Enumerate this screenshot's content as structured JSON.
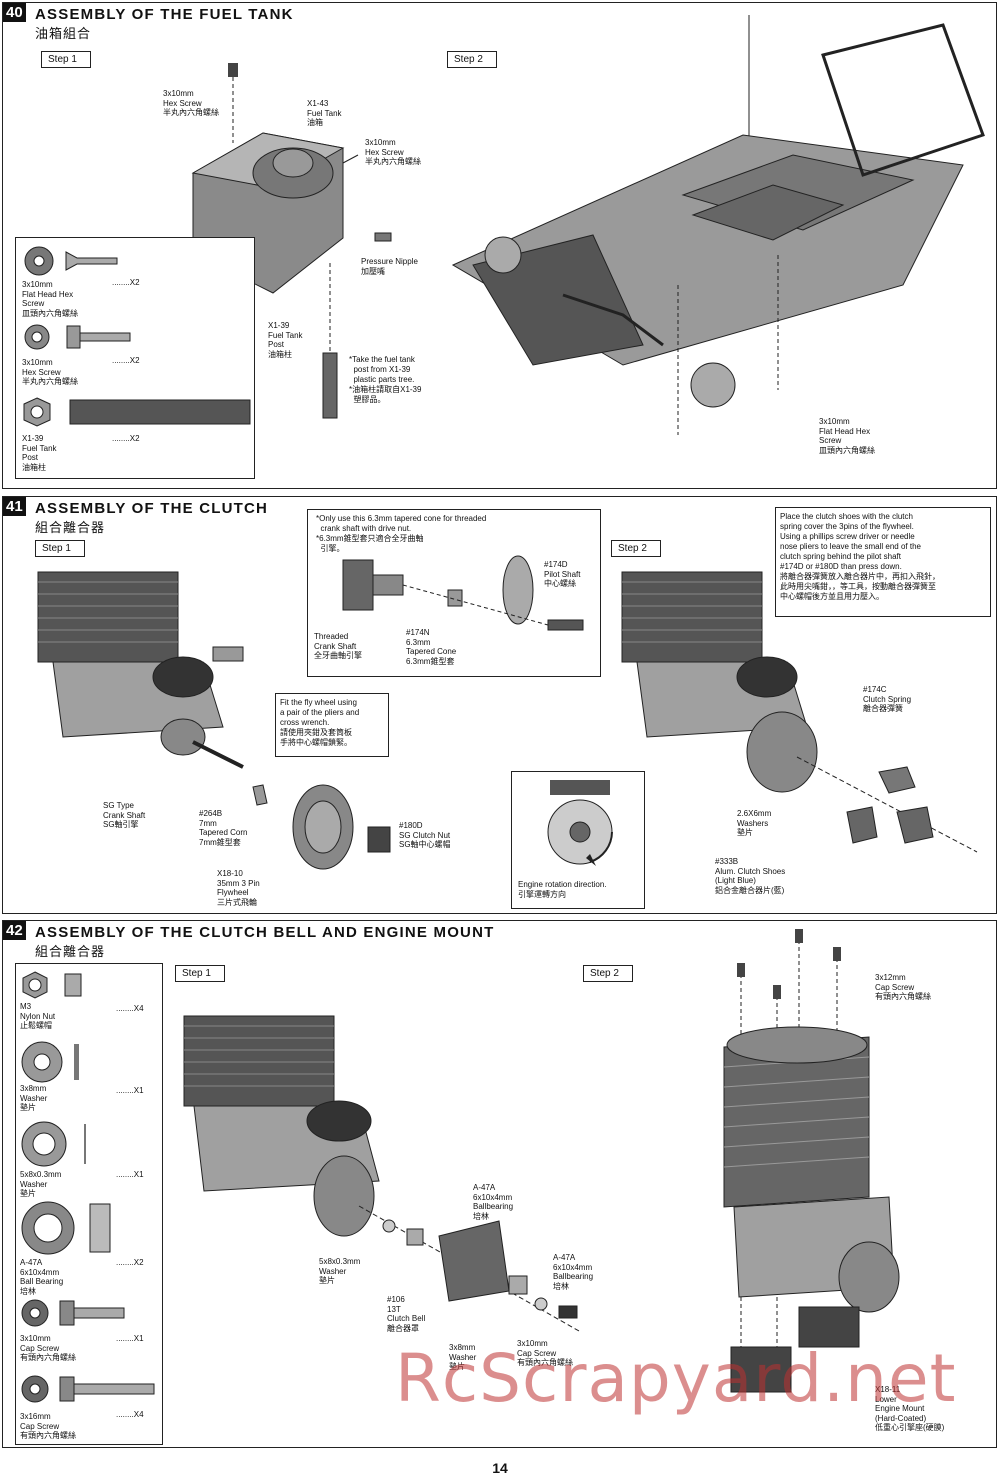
{
  "sections": [
    {
      "number": "40",
      "title": "ASSEMBLY OF THE FUEL TANK",
      "subtitle": "油箱組合",
      "step1": "Step 1",
      "step2": "Step 2",
      "labels": {
        "screw_top": "3x10mm\nHex Screw\n半丸內六角螺絲",
        "fuel_tank": "X1-43\nFuel Tank\n油箱",
        "screw_right": "3x10mm\nHex Screw\n半丸內六角螺絲",
        "nipple": "Pressure Nipple\n加壓嘴",
        "post": "X1-39\nFuel Tank\nPost\n油箱柱",
        "note": "*Take the fuel tank\n  post from X1-39\n  plastic parts tree.\n*油箱柱請取自X1-39\n  塑膠品。",
        "flat_screw": "3x10mm\nFlat Head Hex\nScrew\n皿頭內六角螺絲"
      },
      "legend": [
        {
          "label": "3x10mm\nFlat Head Hex\nScrew\n皿頭內六角螺絲",
          "qty": "........X2"
        },
        {
          "label": "3x10mm\nHex Screw\n半丸內六角螺絲",
          "qty": "........X2"
        },
        {
          "label": "X1-39\nFuel Tank\nPost\n油箱柱",
          "qty": "........X2"
        }
      ]
    },
    {
      "number": "41",
      "title": "ASSEMBLY OF THE CLUTCH",
      "subtitle": "組合離合器",
      "step1": "Step 1",
      "step2": "Step 2",
      "notice": "*Only use this 6.3mm tapered cone for threaded\n  crank shaft with drive nut.\n*6.3mm錐型套只適合全牙曲軸\n  引擎。",
      "step2_note": "Place the clutch shoes with the clutch\nspring cover the 3pins of the flywheel.\nUsing a phillips screw driver or needle\nnose pliers to leave the small end of the\nclutch spring behind the pilot shaft\n#174D or #180D than press down.\n將離合器彈簧放入離合器片中，再扣入飛針，\n此時用尖嘴鉗，，等工具，按動離合器彈簧至\n中心螺帽後方並且用力壓入。",
      "flywheel_note": "Fit the fly wheel using\na pair of the pliers and\ncross wrench.\n請使用夾鉗及套筒板\n手將中心螺帽鎖緊。",
      "rotation": "Engine rotation direction.\n引擎運轉方向",
      "labels": {
        "crank_threaded": "Threaded\nCrank Shaft\n全牙曲軸引擎",
        "cone_174n": "#174N\n6.3mm\nTapered Cone\n6.3mm錐型套",
        "pilot_174d": "#174D\nPilot Shaft\n中心螺絲",
        "sg_crank": "SG Type\nCrank Shaft\nSG軸引擎",
        "cone_264b": "#264B\n7mm\nTapered Corn\n7mm錐型套",
        "flywheel": "X18-10\n35mm 3 Pin\nFlywheel\n三片式飛輪",
        "nut_180d": "#180D\nSG Clutch Nut\nSG軸中心螺帽",
        "spring_174c": "#174C\nClutch Spring\n離合器彈簧",
        "washer": "2.6X6mm\nWashers\n墊片",
        "shoes_333b": "#333B\nAlum. Clutch Shoes\n(Light Blue)\n鋁合金離合器片(藍)"
      }
    },
    {
      "number": "42",
      "title": "ASSEMBLY OF THE CLUTCH BELL AND ENGINE MOUNT",
      "subtitle": "組合離合器",
      "step1": "Step 1",
      "step2": "Step 2",
      "labels": {
        "bearing_a": "A-47A\n6x10x4mm\nBallbearing\n培林",
        "washer_a": "5x8x0.3mm\nWasher\n墊片",
        "bell": "#106\n13T\nClutch Bell\n離合器罩",
        "bearing_b": "A-47A\n6x10x4mm\nBallbearing\n培林",
        "washer_b": "3x8mm\nWasher\n墊片",
        "cap_screw": "3x10mm\nCap Screw\n有頭內六角螺絲",
        "cap12": "3x12mm\nCap Screw\n有頭內六角螺絲",
        "mount": "X18-11\nLower\nEngine Mount\n(Hard-Coated)\n低重心引擎座(硬膜)"
      },
      "legend": [
        {
          "label": "M3\nNylon Nut\n止鬆螺帽",
          "qty": "........X4"
        },
        {
          "label": "3x8mm\nWasher\n墊片",
          "qty": "........X1"
        },
        {
          "label": "5x8x0.3mm\nWasher\n墊片",
          "qty": "........X1"
        },
        {
          "label": "A-47A\n6x10x4mm\nBall Bearing\n培林",
          "qty": "........X2"
        },
        {
          "label": "3x10mm\nCap Screw\n有頭內六角螺絲",
          "qty": "........X1"
        },
        {
          "label": "3x16mm\nCap Screw\n有頭內六角螺絲",
          "qty": "........X4"
        }
      ]
    }
  ],
  "page_number": "14",
  "watermark": "RcScrapyard.net"
}
